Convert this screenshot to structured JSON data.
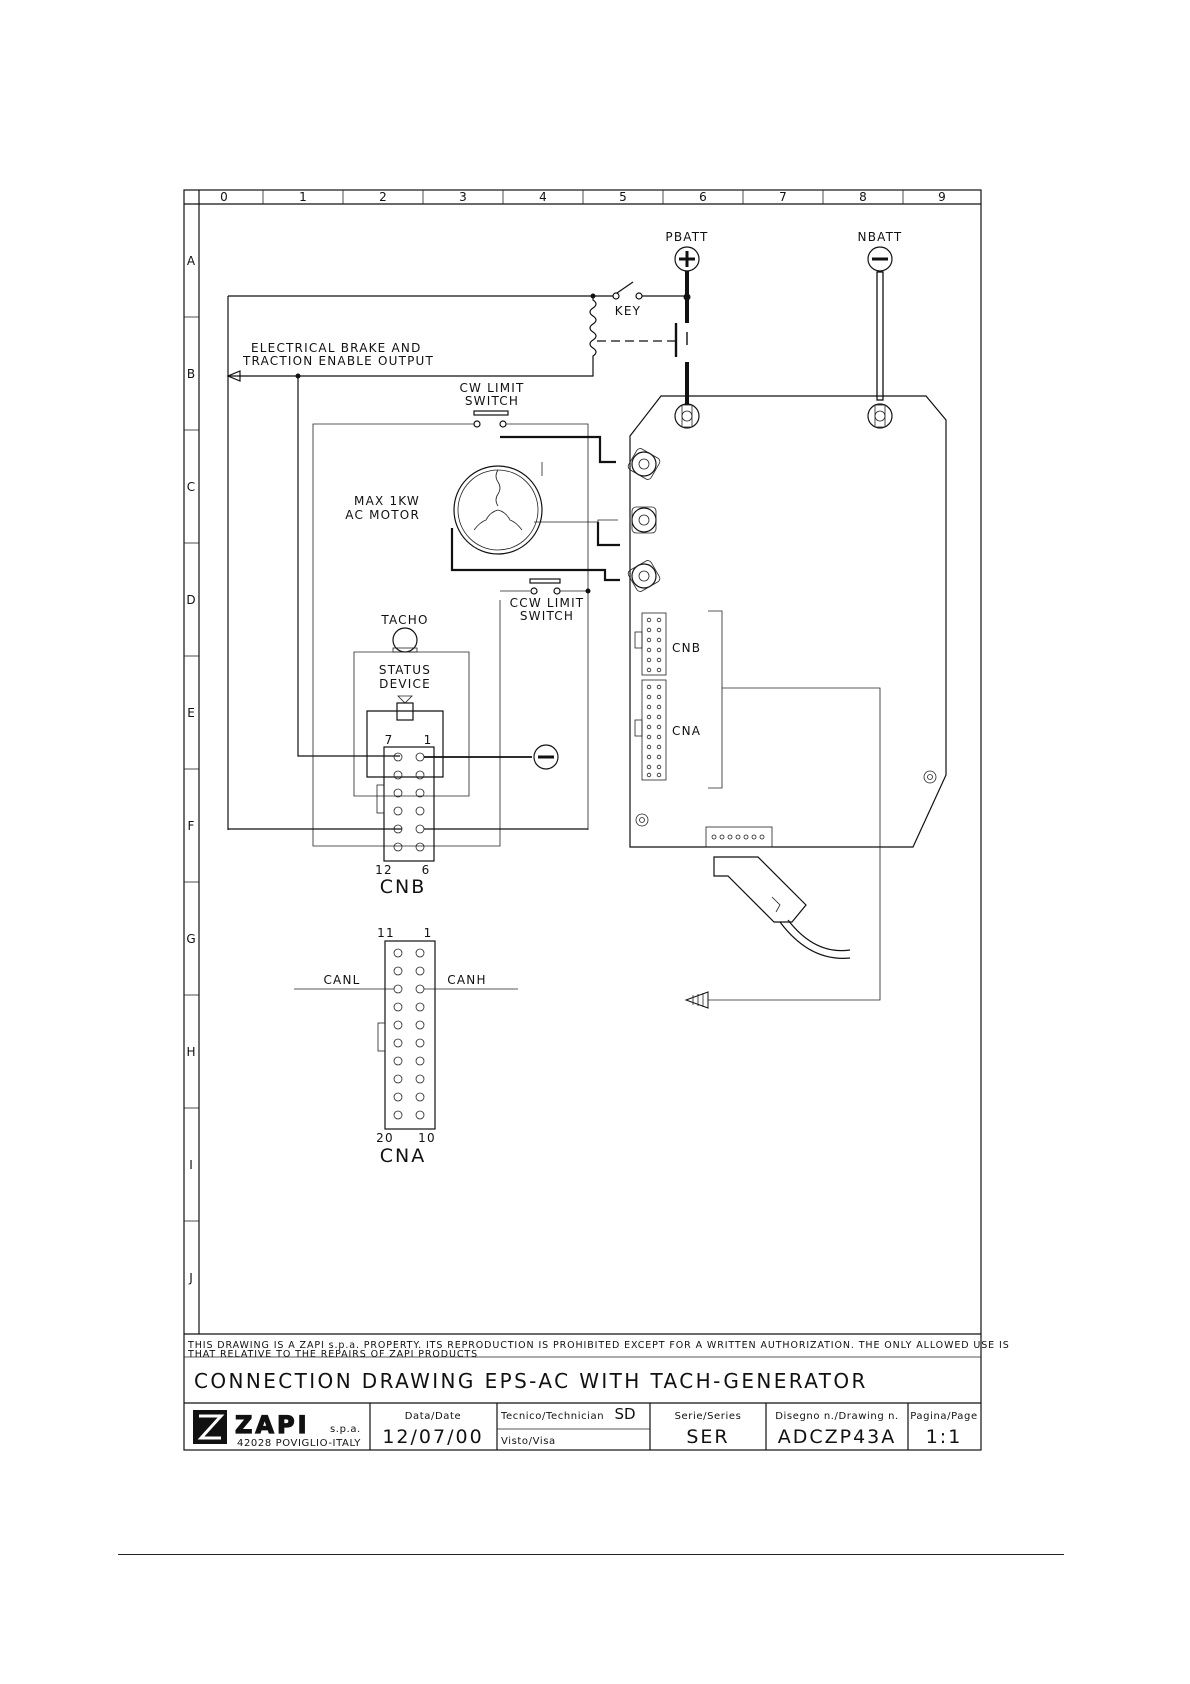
{
  "grid": {
    "columns": [
      "0",
      "1",
      "2",
      "3",
      "4",
      "5",
      "6",
      "7",
      "8",
      "9"
    ],
    "rows": [
      "A",
      "B",
      "C",
      "D",
      "E",
      "F",
      "G",
      "H",
      "I",
      "J"
    ]
  },
  "labels": {
    "pbatt": "PBATT",
    "nbatt": "NBATT",
    "key": "KEY",
    "brake_line1": "ELECTRICAL BRAKE AND",
    "brake_line2": "TRACTION ENABLE OUTPUT",
    "cw_line1": "CW LIMIT",
    "cw_line2": "SWITCH",
    "ccw_line1": "CCW LIMIT",
    "ccw_line2": "SWITCH",
    "motor_line1": "MAX 1KW",
    "motor_line2": "AC MOTOR",
    "tacho": "TACHO",
    "status_line1": "STATUS",
    "status_line2": "DEVICE",
    "cnb_pin_tl": "7",
    "cnb_pin_tr": "1",
    "cnb_pin_bl": "12",
    "cnb_pin_br": "6",
    "cnb": "CNB",
    "cna_pin_tl": "11",
    "cna_pin_tr": "1",
    "cna_pin_bl": "20",
    "cna_pin_br": "10",
    "cna": "CNA",
    "canl": "CANL",
    "canh": "CANH",
    "ctrl_cnb": "CNB",
    "ctrl_cna": "CNA"
  },
  "title_block": {
    "notice_line1": "THIS DRAWING IS A ZAPI s.p.a. PROPERTY. ITS REPRODUCTION IS PROHIBITED EXCEPT FOR A WRITTEN AUTHORIZATION. THE ONLY ALLOWED USE IS",
    "notice_line2": "THAT RELATIVE TO THE REPAIRS OF ZAPI PRODUCTS",
    "title": "CONNECTION DRAWING EPS-AC WITH TACH-GENERATOR",
    "company": "ZAPI",
    "company_suffix": "s.p.a.",
    "address": "42028 POVIGLIO-ITALY",
    "date_label": "Data/Date",
    "date_value": "12/07/00",
    "technician_label": "Tecnico/Technician",
    "technician_value": "SD",
    "visto_label": "Visto/Visa",
    "series_label": "Serie/Series",
    "series_value": "SER",
    "drawing_label": "Disegno n./Drawing n.",
    "drawing_value": "ADCZP43A",
    "page_label": "Pagina/Page",
    "page_value": "1:1"
  }
}
